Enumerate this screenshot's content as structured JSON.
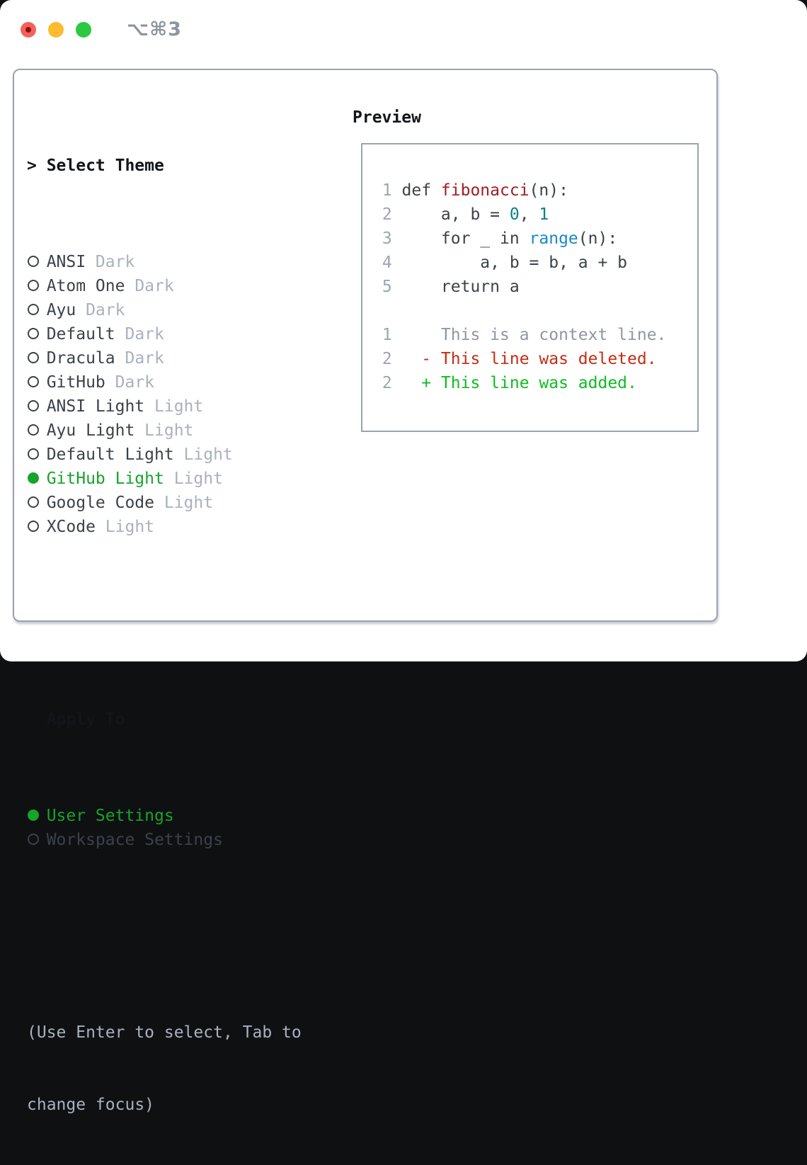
{
  "colors": {
    "background": "#0f1012",
    "window_bg": "#ffffff",
    "border": "#9aa4af",
    "traffic_red": "#f4615b",
    "traffic_red_dot": "#8c1209",
    "traffic_yellow": "#fcbb2f",
    "traffic_green": "#2bc840",
    "title_gray": "#8d949e",
    "heading": "#121519",
    "text_dark": "#3b424b",
    "muted": "#a9b1bf",
    "green": "#16a42b",
    "line_number": "#9aa5b5",
    "context": "#8e97a3",
    "deleted": "#c52d12",
    "added": "#0ebc22",
    "function": "#a01d24",
    "number": "#0c8087",
    "builtin": "#1987c8"
  },
  "window": {
    "title": "⌥⌘3"
  },
  "theme_picker": {
    "header_marker": ">",
    "header_label": "Select Theme",
    "items": [
      {
        "label": "ANSI",
        "tag": "Dark",
        "selected": false
      },
      {
        "label": "Atom One",
        "tag": "Dark",
        "selected": false
      },
      {
        "label": "Ayu",
        "tag": "Dark",
        "selected": false
      },
      {
        "label": "Default",
        "tag": "Dark",
        "selected": false
      },
      {
        "label": "Dracula",
        "tag": "Dark",
        "selected": false
      },
      {
        "label": "GitHub",
        "tag": "Dark",
        "selected": false
      },
      {
        "label": "ANSI Light",
        "tag": "Light",
        "selected": false
      },
      {
        "label": "Ayu Light",
        "tag": "Light",
        "selected": false
      },
      {
        "label": "Default Light",
        "tag": "Light",
        "selected": false
      },
      {
        "label": "GitHub Light",
        "tag": "Light",
        "selected": true
      },
      {
        "label": "Google Code",
        "tag": "Light",
        "selected": false
      },
      {
        "label": "XCode",
        "tag": "Light",
        "selected": false
      }
    ],
    "apply_to": {
      "label": "Apply To",
      "options": [
        {
          "label": "User Settings",
          "selected": true
        },
        {
          "label": "Workspace Settings",
          "selected": false
        }
      ]
    },
    "hint_lines": [
      "(Use Enter to select, Tab to",
      "change focus)"
    ]
  },
  "preview": {
    "title": "Preview",
    "lines": [
      {
        "num": "1",
        "tokens": [
          {
            "text": "def ",
            "color": "text_dark"
          },
          {
            "text": "fibonacci",
            "color": "function"
          },
          {
            "text": "(n):",
            "color": "text_dark"
          }
        ]
      },
      {
        "num": "2",
        "tokens": [
          {
            "text": "    a, b = ",
            "color": "text_dark"
          },
          {
            "text": "0",
            "color": "number"
          },
          {
            "text": ", ",
            "color": "text_dark"
          },
          {
            "text": "1",
            "color": "number"
          }
        ]
      },
      {
        "num": "3",
        "tokens": [
          {
            "text": "    for _ in ",
            "color": "text_dark"
          },
          {
            "text": "range",
            "color": "builtin"
          },
          {
            "text": "(n):",
            "color": "text_dark"
          }
        ]
      },
      {
        "num": "4",
        "tokens": [
          {
            "text": "        a, b = b, a + b",
            "color": "text_dark"
          }
        ]
      },
      {
        "num": "5",
        "tokens": [
          {
            "text": "    return a",
            "color": "text_dark"
          }
        ]
      },
      {
        "num": "",
        "tokens": []
      },
      {
        "num": "1",
        "tokens": [
          {
            "text": "    This is a context line.",
            "color": "context"
          }
        ]
      },
      {
        "num": "2",
        "tokens": [
          {
            "text": "  - This line was deleted.",
            "color": "deleted"
          }
        ]
      },
      {
        "num": "2",
        "tokens": [
          {
            "text": "  + This line was added.",
            "color": "added"
          }
        ]
      }
    ]
  }
}
